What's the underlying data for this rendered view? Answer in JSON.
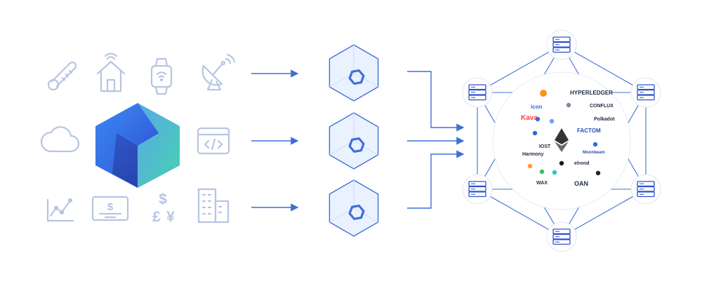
{
  "colors": {
    "icon_stroke": "#b7c4e3",
    "arrow": "#3f6fd8",
    "node_fill": "#eaf2ff",
    "node_stroke": "#3f6fd8",
    "link_icon": "#3f6fd8",
    "network_line": "#3f6fd8",
    "hex_blue": "#3b6fe0",
    "hex_teal": "#4fc3b4"
  },
  "inputs": [
    {
      "name": "thermometer-icon"
    },
    {
      "name": "smart-home-icon"
    },
    {
      "name": "smartwatch-icon"
    },
    {
      "name": "satellite-dish-icon"
    },
    {
      "name": "cloud-icon"
    },
    {
      "name": "code-window-icon"
    },
    {
      "name": "line-chart-icon"
    },
    {
      "name": "payment-card-icon"
    },
    {
      "name": "currency-symbols-icon"
    },
    {
      "name": "office-buildings-icon"
    }
  ],
  "currency_symbols": {
    "dollar": "$",
    "pound": "£",
    "yen": "¥"
  },
  "code_symbol": "</>",
  "chains": [
    {
      "label": "HYPERLEDGER"
    },
    {
      "label": "icon"
    },
    {
      "label": "CONFLUX"
    },
    {
      "label": "Kava"
    },
    {
      "label": "Polkadot"
    },
    {
      "label": "FACTOM"
    },
    {
      "label": "Harmony"
    },
    {
      "label": "Moonbeam"
    },
    {
      "label": "elrond"
    },
    {
      "label": "OAN"
    },
    {
      "label": "WAX"
    },
    {
      "label": "IOST"
    }
  ]
}
